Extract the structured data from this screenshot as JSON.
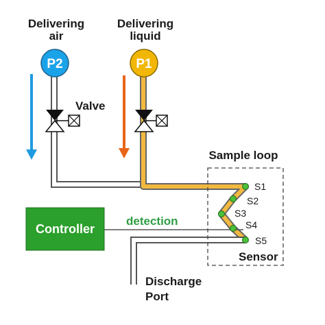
{
  "labels": {
    "air_line1": "Delivering",
    "air_line2": "air",
    "liquid_line1": "Delivering",
    "liquid_line2": "liquid",
    "valve": "Valve",
    "sample_loop": "Sample loop",
    "controller": "Controller",
    "detection": "detection",
    "sensor": "Sensor",
    "discharge_line1": "Discharge",
    "discharge_line2": "Port"
  },
  "pumps": {
    "p2": "P2",
    "p1": "P1"
  },
  "sensors": [
    "S1",
    "S2",
    "S3",
    "S4",
    "S5"
  ],
  "colors": {
    "air_pump": "#1aa3e8",
    "liquid_pump": "#f2b705",
    "air_arrow": "#1e9be0",
    "liquid_arrow": "#e8651a",
    "liquid_pipe": "#f2b940",
    "controller": "#2ca02c",
    "detection_text": "#2f9e44",
    "sensor_dot": "#4cbf3a"
  }
}
